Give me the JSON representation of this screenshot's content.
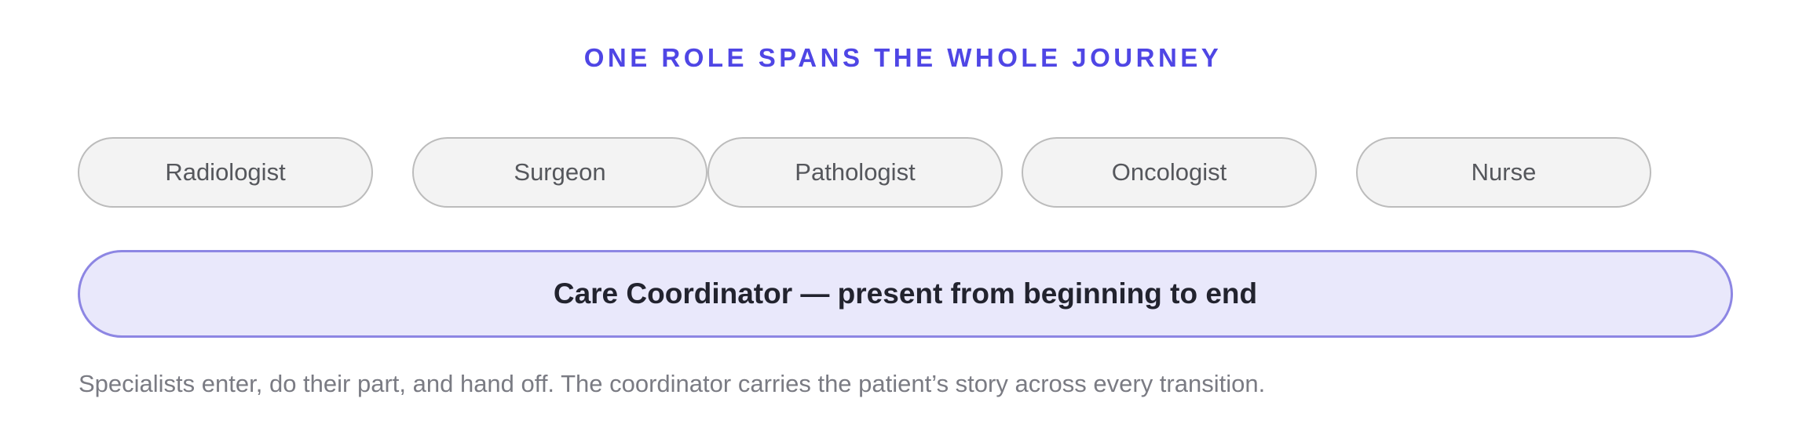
{
  "title": "ONE ROLE SPANS THE WHOLE JOURNEY",
  "specialists": [
    "Radiologist",
    "Surgeon",
    "Pathologist",
    "Oncologist",
    "Nurse"
  ],
  "coordinator": "Care Coordinator — present from beginning to end",
  "caption": "Specialists enter, do their part, and hand off. The coordinator carries the patient’s story across every transition.",
  "colors": {
    "title": "#4f46e5",
    "coordinator_fill": "#e9e8fb",
    "coordinator_border": "#8d86e3",
    "specialist_fill": "#f3f3f3",
    "specialist_border": "#bcbcbc"
  }
}
